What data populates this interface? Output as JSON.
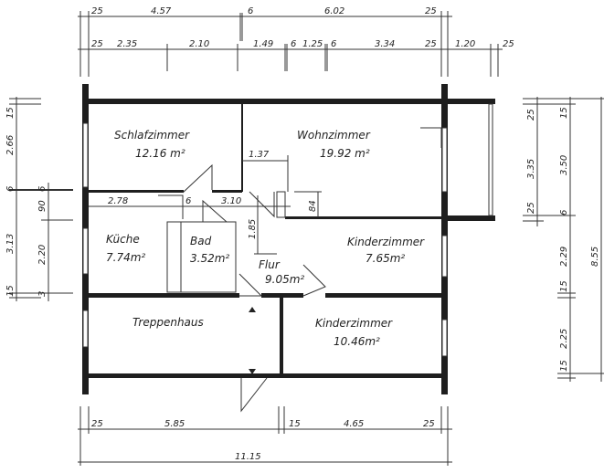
{
  "rooms": {
    "schlafzimmer": {
      "name": "Schlafzimmer",
      "area": "12.16 m²"
    },
    "wohnzimmer": {
      "name": "Wohnzimmer",
      "area": "19.92 m²"
    },
    "kueche": {
      "name": "Küche",
      "area": "7.74m²"
    },
    "bad": {
      "name": "Bad",
      "area": "3.52m²"
    },
    "flur": {
      "name": "Flur",
      "area": "9.05m²"
    },
    "kinderzimmer1": {
      "name": "Kinderzimmer",
      "area": "7.65m²"
    },
    "treppenhaus": {
      "name": "Treppenhaus"
    },
    "kinderzimmer2": {
      "name": "Kinderzimmer",
      "area": "10.46m²"
    }
  },
  "dims": {
    "top1": [
      "25",
      "4.57",
      "6",
      "6.02",
      "25"
    ],
    "top2": [
      "25",
      "2.35",
      "2.10",
      "1.49",
      "6",
      "1.25",
      "6",
      "3.34",
      "25",
      "1.20",
      "25"
    ],
    "left_outer": [
      "15",
      "2.66",
      "6",
      "3.13",
      "15"
    ],
    "left_inner": [
      "6",
      "90",
      "2.20",
      "3"
    ],
    "right_a": [
      "25",
      "3.35",
      "25"
    ],
    "right_b": [
      "15",
      "3.50",
      "6",
      "2.29",
      "15",
      "2.25",
      "15"
    ],
    "right_total": "8.55",
    "bottom1": [
      "25",
      "5.85",
      "15",
      "4.65",
      "25"
    ],
    "bottom_total": "11.15",
    "interior": [
      "1.37",
      "2.78",
      "6",
      "3.10",
      "1.85",
      "84"
    ]
  }
}
